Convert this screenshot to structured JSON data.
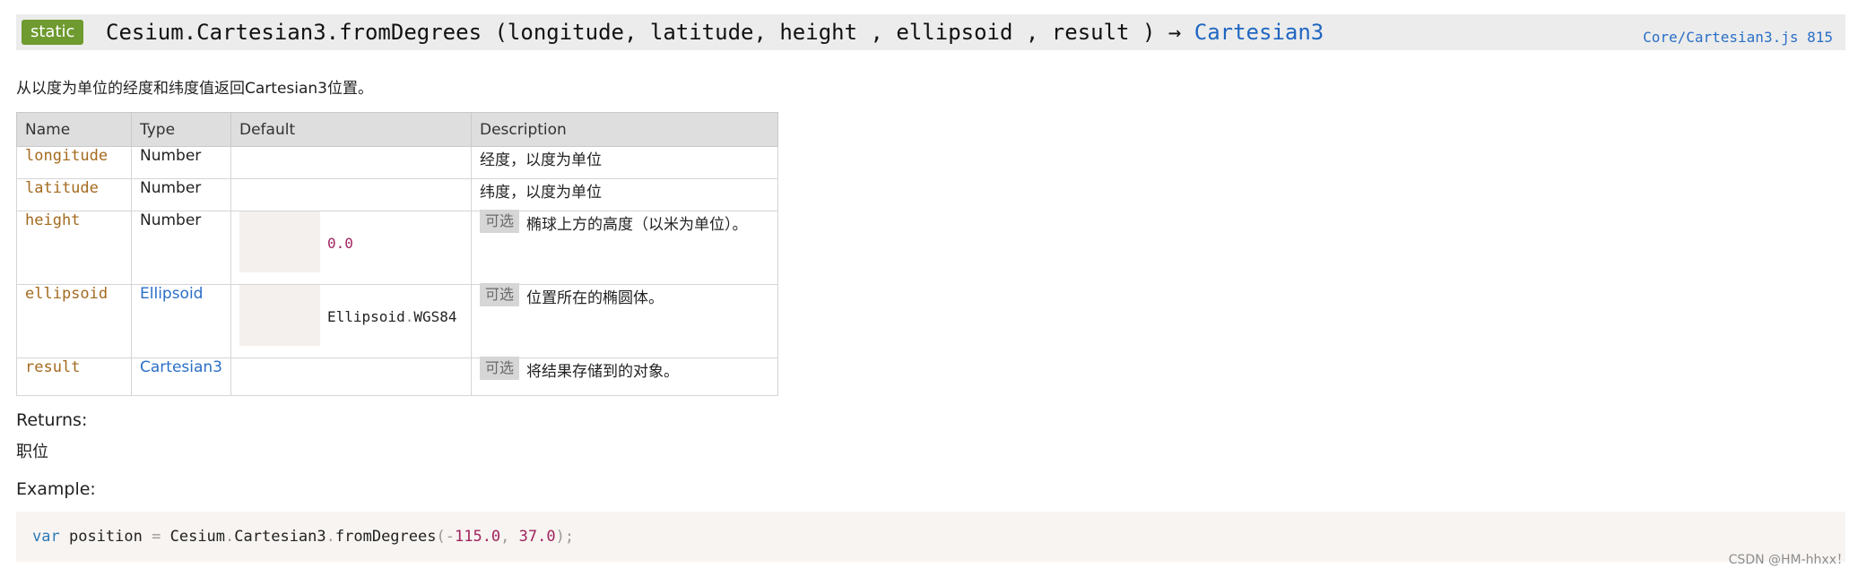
{
  "header": {
    "badge": "static",
    "signature": "Cesium.Cartesian3.fromDegrees (longitude, latitude, height , ellipsoid , result ) →",
    "return_type": "Cartesian3",
    "source_link": "Core/Cartesian3.js 815"
  },
  "description": "从以度为单位的经度和纬度值返回Cartesian3位置。",
  "params_table": {
    "headers": [
      "Name",
      "Type",
      "Default",
      "Description"
    ],
    "optional_label": "可选",
    "rows": [
      {
        "name": "longitude",
        "type": "Number",
        "default": "",
        "description": "经度，以度为单位"
      },
      {
        "name": "latitude",
        "type": "Number",
        "default": "",
        "description": "纬度，以度为单位"
      },
      {
        "name": "height",
        "type": "Number",
        "default": "0.0",
        "description": "椭球上方的高度（以米为单位）。"
      },
      {
        "name": "ellipsoid",
        "type": "Ellipsoid",
        "default_obj": "Ellipsoid",
        "default_dot": ".",
        "default_prop": "WGS84",
        "description": "位置所在的椭圆体。"
      },
      {
        "name": "result",
        "type": "Cartesian3",
        "default": "",
        "description": "将结果存储到的对象。"
      }
    ]
  },
  "returns": {
    "label": "Returns:",
    "value": "职位"
  },
  "example": {
    "label": "Example:",
    "code": {
      "kw": "var",
      "ident": "position",
      "eq": "=",
      "obj": "Cesium",
      "d1": ".",
      "cls": "Cartesian3",
      "d2": ".",
      "fn": "fromDegrees",
      "lparen": "(",
      "neg": "-",
      "arg1": "115.0",
      "comma": ",",
      "arg2": "37.0",
      "rparen": ")",
      "semi": ";"
    }
  },
  "watermark": "CSDN @HM-hhxx！"
}
